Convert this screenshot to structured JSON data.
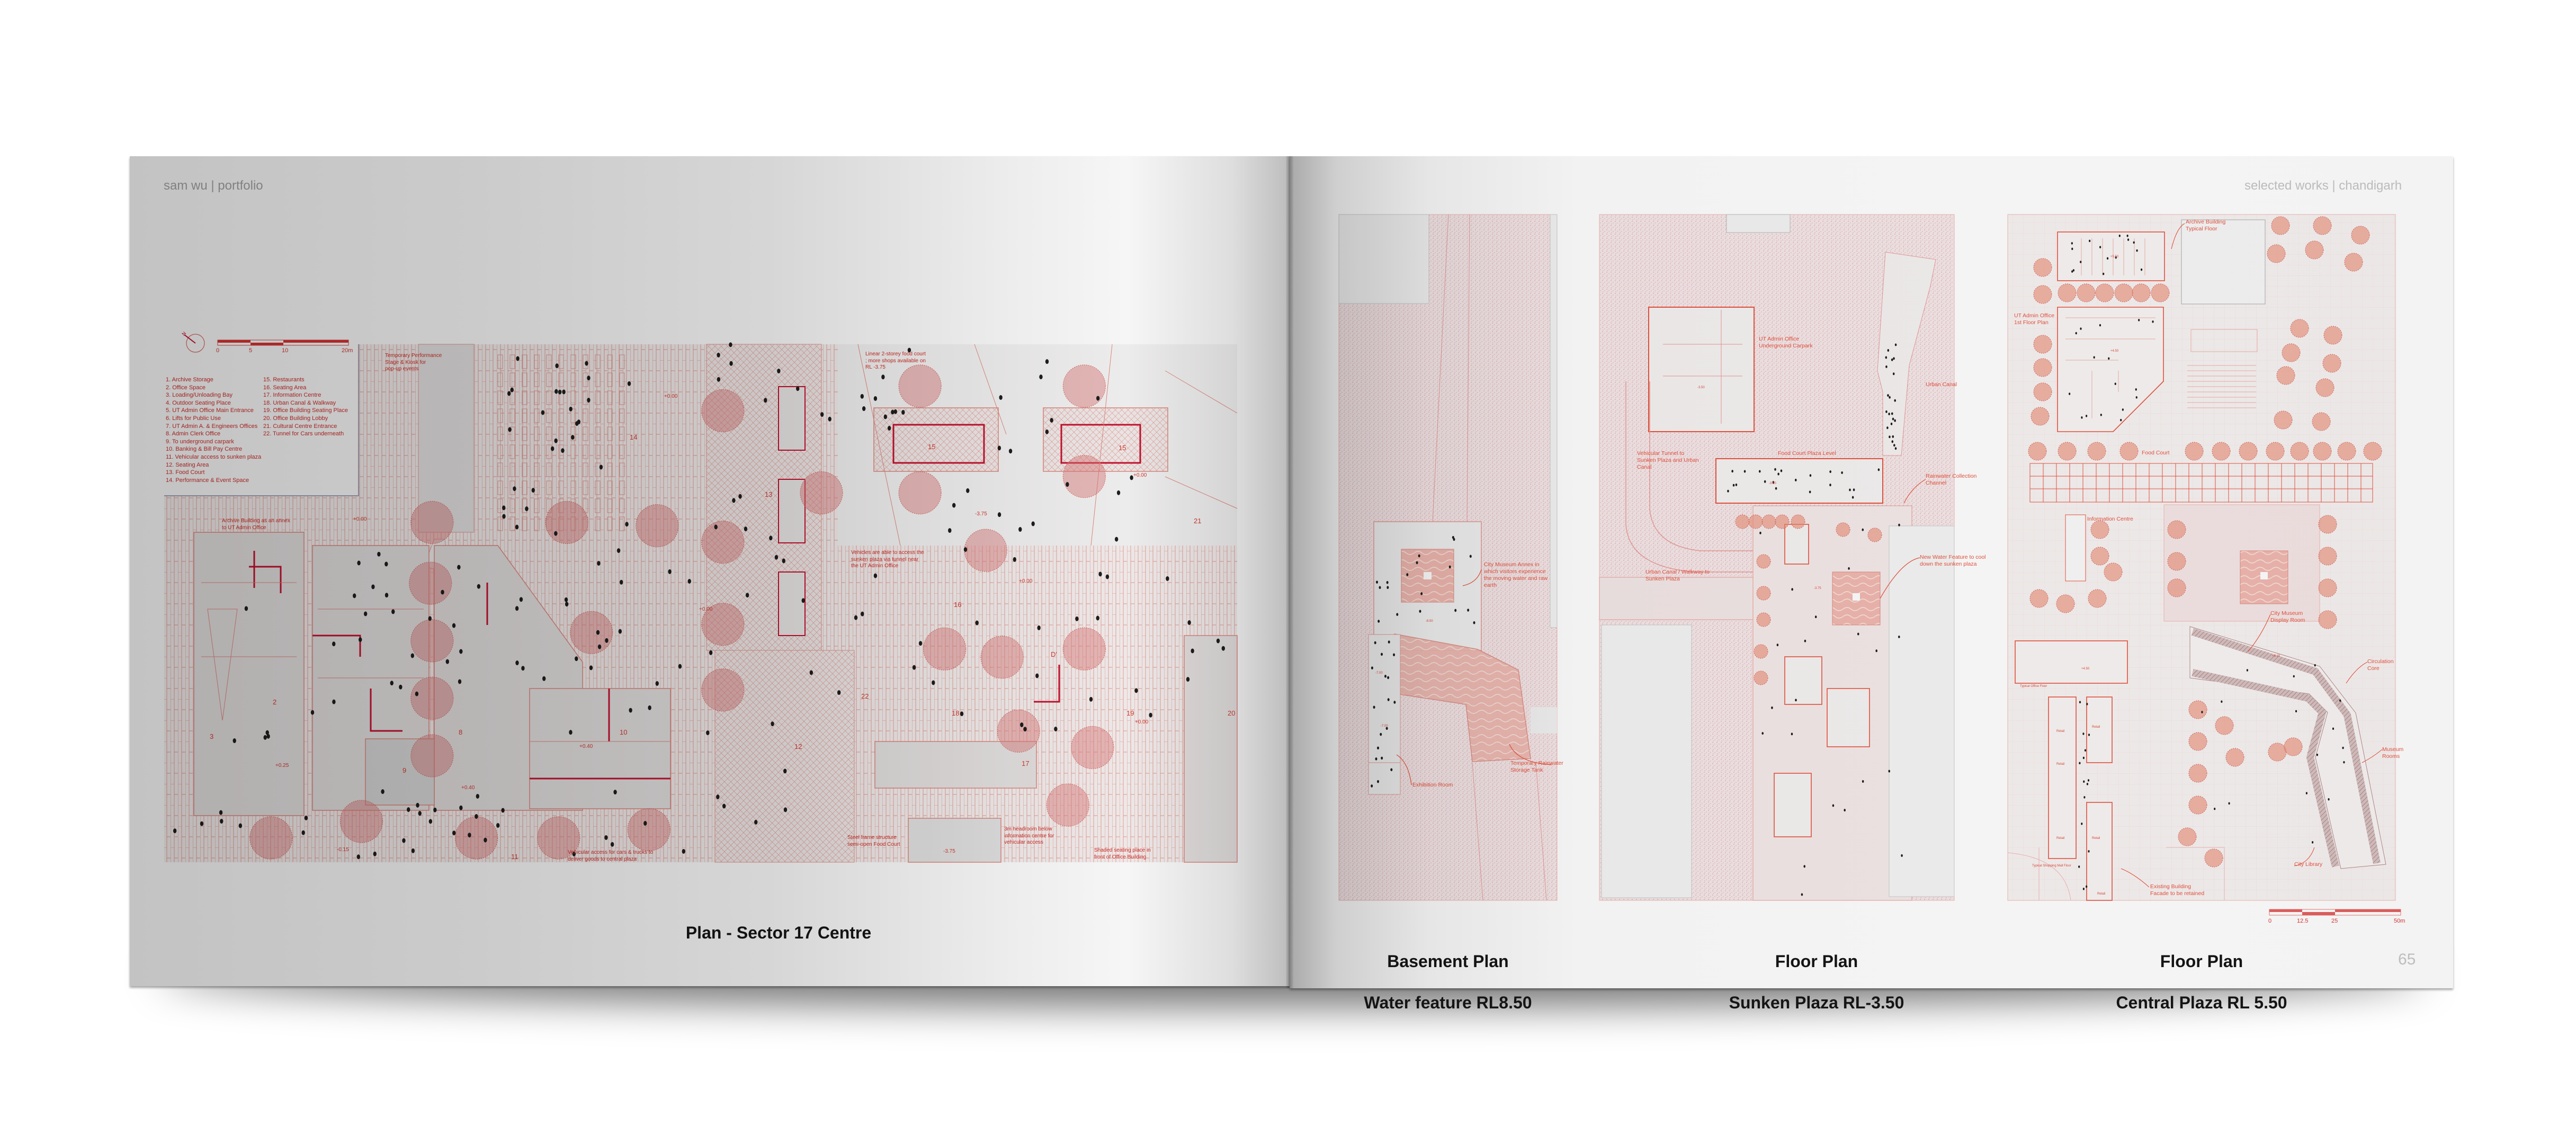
{
  "left_page": {
    "header": "sam wu | portfolio",
    "caption": "Plan - Sector 17 Centre",
    "north_label": "N",
    "scale_labels": [
      "0",
      "5",
      "10",
      "20m"
    ],
    "legend_col1": [
      "1. Archive Storage",
      "2. Office Space",
      "3. Loading/Unloading Bay",
      "4. Outdoor Seating Place",
      "5. UT Admin Office Main Entrance",
      "6. Lifts for Public Use",
      "7. UT Admin A. & Engineers Offices",
      "8. Admin Clerk Office",
      "9. To underground carpark",
      "10. Banking & Bill Pay Centre",
      "11. Vehicular access to sunken plaza",
      "12. Seating Area",
      "13. Food Court",
      "14. Performance & Event Space"
    ],
    "legend_col2": [
      "15. Restaurants",
      "16. Seating Area",
      "17. Information Centre",
      "18. Urban Canal & Walkway",
      "19. Office Building Seating Place",
      "20. Office Building Lobby",
      "21. Cultural Centre Entrance",
      "22. Tunnel for Cars underneath"
    ],
    "annotations": [
      "Temporary Performance\nStage & Kiosk for\npop-up events",
      "Linear 2-storey food court\n; more shops available on\nRL -3.75",
      "Vehicles are able to access the\nsunken plaza via tunnel near\nthe UT Admin Office",
      "Archive Building as an annex\nto UT Admin Office",
      "Steel frame structure\nsemi-open Food Court",
      "3m headroom below\ninformation centre for\nvehicular access",
      "Shaded seating place in\nfront of Office Building",
      "Vehicular access for cars & trucks to\ndeliver goods to central plaza"
    ],
    "zone_numbers": [
      "2",
      "3",
      "8",
      "9",
      "10",
      "11",
      "12",
      "13",
      "14",
      "15",
      "15",
      "16",
      "17",
      "18",
      "19",
      "20",
      "21",
      "22",
      "D'"
    ],
    "levels": [
      "+0.00",
      "+0.00",
      "+0.00",
      "+0.00",
      "+0.00",
      "+0.00",
      "-3.75",
      "-3.75",
      "-0.15",
      "+0.25",
      "+0.40",
      "+0.40"
    ]
  },
  "right_page": {
    "header": "selected works | chandigarh",
    "page_number": "65",
    "scale_labels": [
      "0",
      "12.5",
      "25",
      "50m"
    ],
    "panels": [
      {
        "caption_line1": "Basement Plan",
        "caption_line2": "Water feature RL8.50",
        "annotations": [
          "City Museum Annex in\nwhich visitors experience\nthe moving water and raw\nearth",
          "Temporary Rainwater\nStorage Tank",
          "Exhibition Room"
        ],
        "levels": [
          "-8.50",
          "-7.00",
          "-7.00"
        ]
      },
      {
        "caption_line1": "Floor Plan",
        "caption_line2": "Sunken Plaza RL-3.50",
        "annotations": [
          "UT Admin Office\nUnderground Carpark",
          "Urban Canal",
          "Vehicular Tunnel to\nSunken Plaza and Urban\nCanal",
          "Food Court Plaza Level",
          "Rainwater Collection\nChannel",
          "Urban Canal / Walkway to\nSunken Plaza",
          "New Water Feature to cool\ndown the sunken plaza"
        ],
        "levels": [
          "-3.50",
          "-3.50",
          "-3.75"
        ]
      },
      {
        "caption_line1": "Floor Plan",
        "caption_line2": "Central Plaza RL 5.50",
        "annotations": [
          "Archive Building\nTypical Floor",
          "UT Admin Office\n1st Floor Plan",
          "Food Court",
          "Information Centre",
          "City Museum\nDisplay Room",
          "Circulation\nCore",
          "Museum\nRooms",
          "City Library",
          "Existing Building\nFacade to be retained"
        ],
        "small_labels": [
          "Typical Office Floor",
          "Typical Shopping Mall Floor",
          "Retail",
          "Retail",
          "Retail",
          "Retail",
          "Retail",
          "Retail"
        ],
        "levels": [
          "+5.50",
          "+4.50",
          "+4.50",
          "+6.15"
        ]
      }
    ]
  },
  "colors": {
    "plan_red": "#d22a22",
    "wall_red": "#c8102e",
    "annotation_orange": "#e9533d",
    "tree": "#e98a73",
    "legend_frame": "#8890b0"
  }
}
